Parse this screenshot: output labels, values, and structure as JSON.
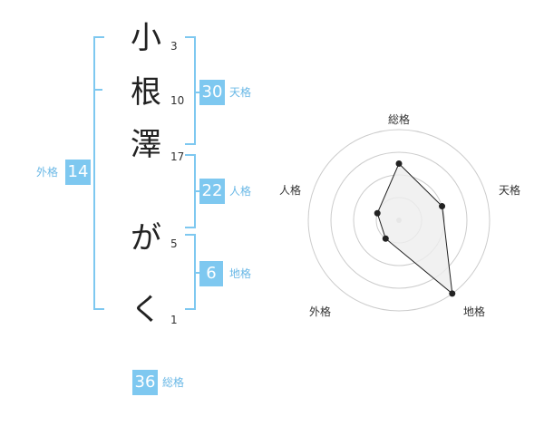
{
  "name": {
    "chars": [
      {
        "char": "小",
        "strokes": "3"
      },
      {
        "char": "根",
        "strokes": "10"
      },
      {
        "char": "澤",
        "strokes": "17"
      },
      {
        "char": "が",
        "strokes": "5"
      },
      {
        "char": "く",
        "strokes": "1"
      }
    ]
  },
  "fortune": {
    "tenkaku": {
      "value": "30",
      "label": "天格"
    },
    "jinkaku": {
      "value": "22",
      "label": "人格"
    },
    "chikaku": {
      "value": "6",
      "label": "地格"
    },
    "gaikaku": {
      "value": "14",
      "label": "外格"
    },
    "soukaku": {
      "value": "36",
      "label": "総格"
    }
  },
  "colors": {
    "accent": "#7ec8f0",
    "label": "#6ab8e6",
    "grid": "#cccccc",
    "fill": "#eeeeee",
    "line": "#222222"
  },
  "chart_data": {
    "type": "radar",
    "axes": [
      "総格",
      "天格",
      "地格",
      "外格",
      "人格"
    ],
    "values": [
      2.5,
      2.0,
      4.0,
      1.0,
      1.0
    ],
    "max": 4,
    "rings": 4
  }
}
